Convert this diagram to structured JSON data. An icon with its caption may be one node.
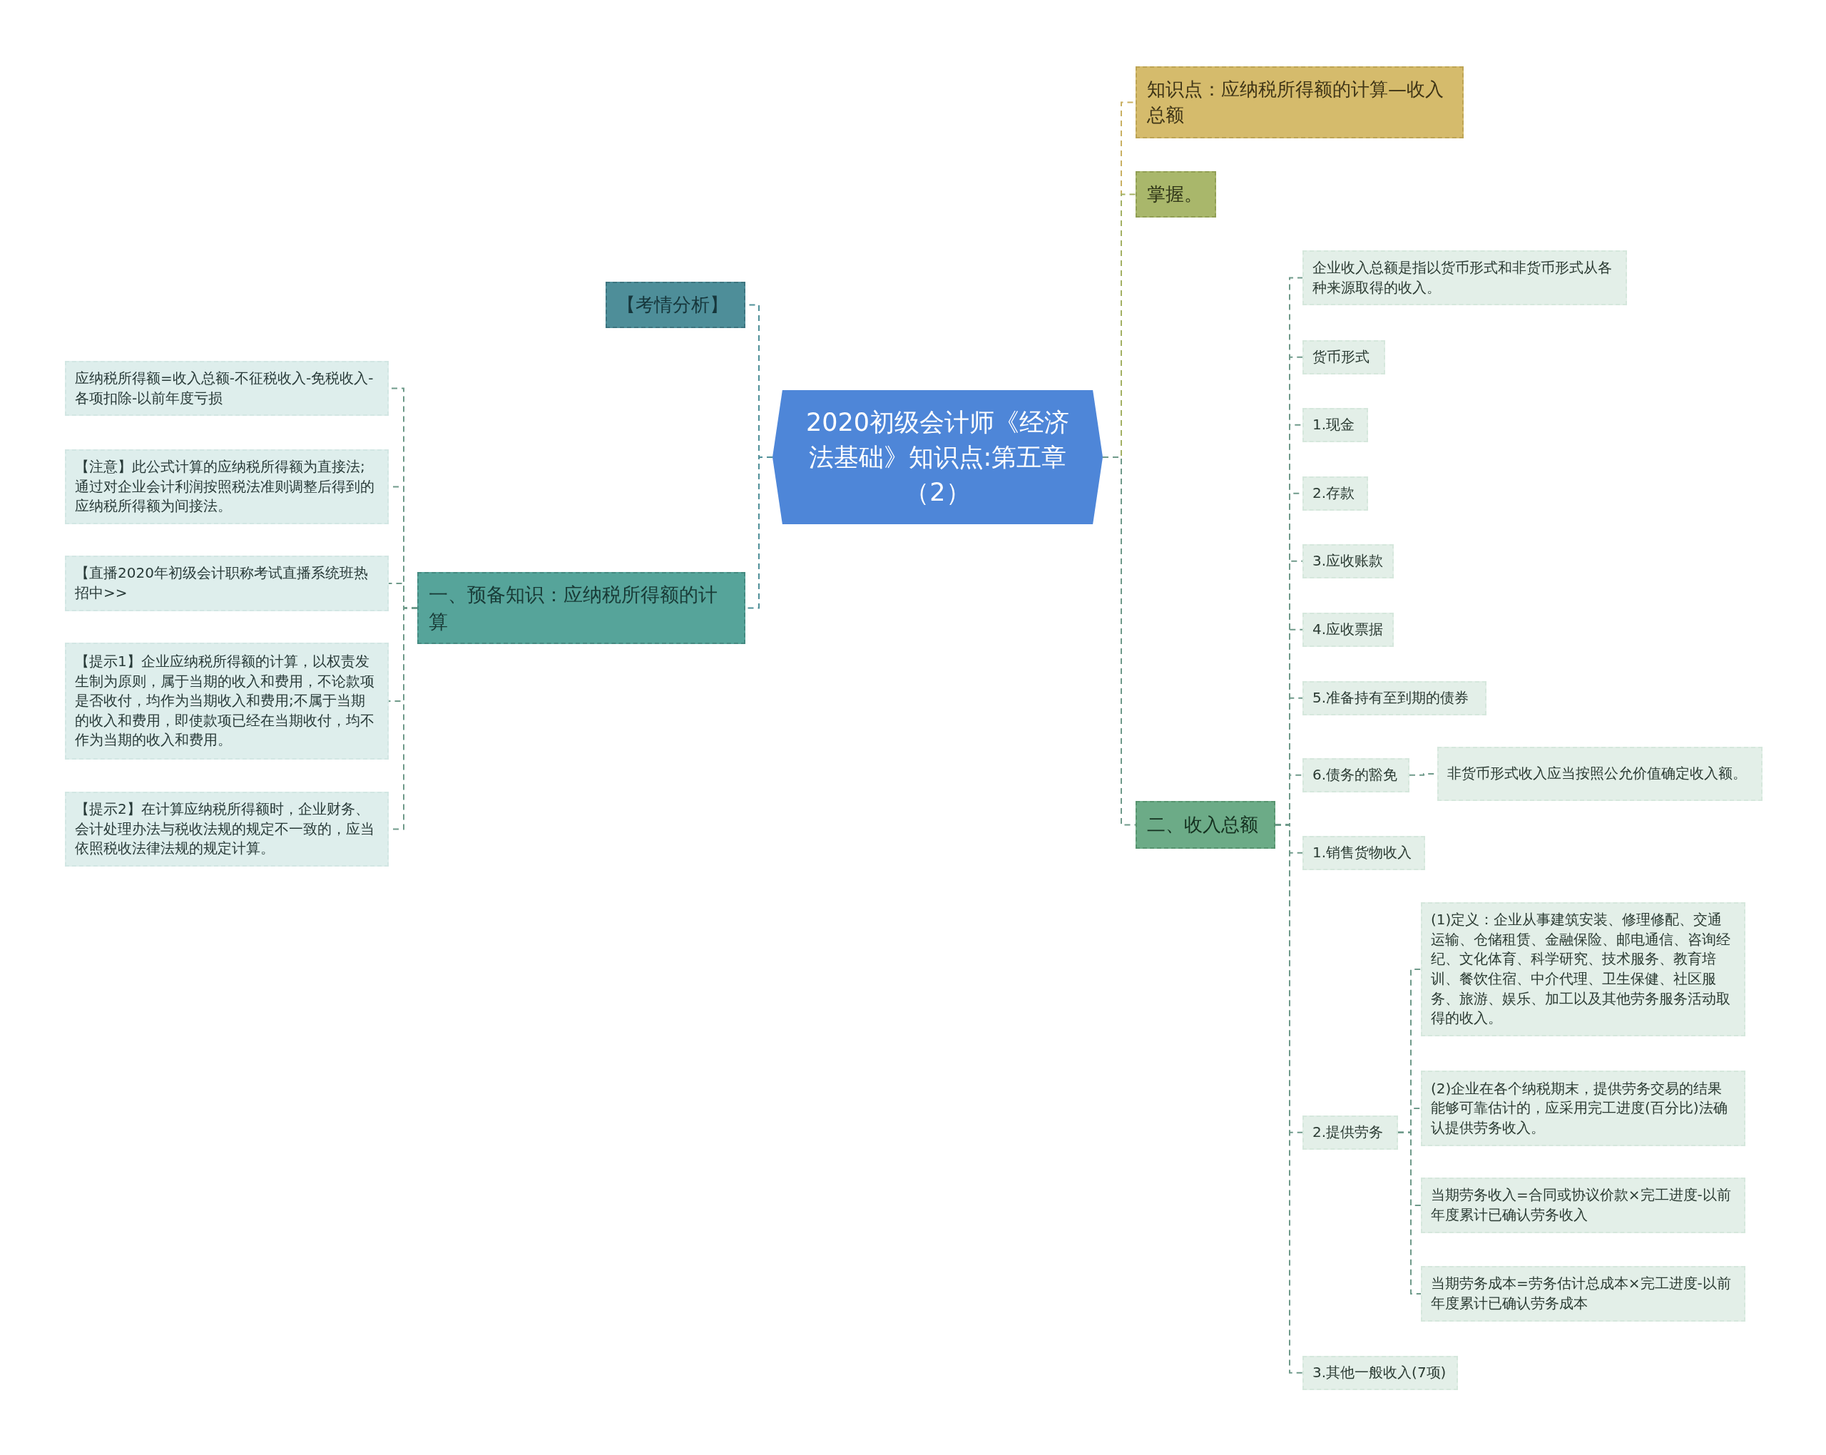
{
  "diagram": {
    "nodes": [
      {
        "text": [
          "2020初级会计师《经济法基础》知识点:第五章（2）"
        ]
      },
      {
        "text": [
          "【考情分析】"
        ]
      },
      {
        "text": [
          "一、预备知识：应纳税所得额的计算"
        ]
      },
      {
        "text": [
          "应纳税所得额=收入总额-不征税收入-免税收入-各项扣除-以前年度亏损"
        ]
      },
      {
        "text": [
          "【注意】此公式计算的应纳税所得额为直接法;通过对企业会计利润按照税法准则调整后得到的应纳税所得额为间接法。"
        ]
      },
      {
        "text": [
          "【直播2020年初级会计职称考试直播系统班热招中>>"
        ]
      },
      {
        "text": [
          "【提示1】企业应纳税所得额的计算，以权责发生制为原则，属于当期的收入和费用，不论款项是否收付，均作为当期收入和费用;不属于当期的收入和费用，即使款项已经在当期收付，均不作为当期的收入和费用。"
        ]
      },
      {
        "text": [
          "【提示2】在计算应纳税所得额时，企业财务、会计处理办法与税收法规的规定不一致的，应当依照税收法律法规的规定计算。"
        ]
      },
      {
        "text": [
          "知识点：应纳税所得额的计算—收入总额"
        ]
      },
      {
        "text": [
          "掌握。"
        ]
      },
      {
        "text": [
          "二、收入总额"
        ]
      },
      {
        "text": [
          "企业收入总额是指以货币形式和非货币形式从各种来源取得的收入。"
        ]
      },
      {
        "text": [
          "货币形式"
        ]
      },
      {
        "text": [
          "1.现金"
        ]
      },
      {
        "text": [
          "2.存款"
        ]
      },
      {
        "text": [
          "3.应收账款"
        ]
      },
      {
        "text": [
          "4.应收票据"
        ]
      },
      {
        "text": [
          "5.准备持有至到期的债券"
        ]
      },
      {
        "text": [
          "6.债务的豁免"
        ]
      },
      {
        "text": [
          "非货币形式收入应当按照公允价值确定收入额。"
        ]
      },
      {
        "text": [
          "1.销售货物收入"
        ]
      },
      {
        "text": [
          "2.提供劳务"
        ]
      },
      {
        "text": [
          "(1)定义：企业从事建筑安装、修理修配、交通运输、仓储租赁、金融保险、邮电通信、咨询经纪、文化体育、科学研究、技术服务、教育培训、餐饮住宿、中介代理、卫生保健、社区服务、旅游、娱乐、加工以及其他劳务服务活动取得的收入。"
        ]
      },
      {
        "text": [
          "(2)企业在各个纳税期末，提供劳务交易的结果能够可靠估计的，应采用完工进度(百分比)法确认提供劳务收入。"
        ]
      },
      {
        "text": [
          "当期劳务收入=合同或协议价款×完工进度-以前年度累计已确认劳务收入"
        ]
      },
      {
        "text": [
          "当期劳务成本=劳务估计总成本×完工进度-以前年度累计已确认劳务成本"
        ]
      },
      {
        "text": [
          "3.其他一般收入(7项)"
        ]
      }
    ],
    "edges": [
      {
        "from": 0,
        "to": 1,
        "arrow": "none",
        "style": "dashed",
        "color": "#4f8f98"
      },
      {
        "from": 0,
        "to": 2,
        "arrow": "none",
        "style": "dashed",
        "color": "#4f8f98"
      },
      {
        "from": 2,
        "to": 3,
        "arrow": "none",
        "style": "dashed"
      },
      {
        "from": 2,
        "to": 4,
        "arrow": "none",
        "style": "dashed"
      },
      {
        "from": 2,
        "to": 5,
        "arrow": "none",
        "style": "dashed"
      },
      {
        "from": 2,
        "to": 6,
        "arrow": "none",
        "style": "dashed"
      },
      {
        "from": 2,
        "to": 7,
        "arrow": "none",
        "style": "dashed"
      },
      {
        "from": 0,
        "to": 8,
        "arrow": "none",
        "style": "dashed",
        "color": "#c9b062"
      },
      {
        "from": 0,
        "to": 9,
        "arrow": "none",
        "style": "dashed",
        "color": "#a3b163"
      },
      {
        "from": 0,
        "to": 10,
        "arrow": "none",
        "style": "dashed"
      },
      {
        "from": 10,
        "to": 11,
        "arrow": "none",
        "style": "dashed"
      },
      {
        "from": 10,
        "to": 12,
        "arrow": "none",
        "style": "dashed"
      },
      {
        "from": 10,
        "to": 13,
        "arrow": "none",
        "style": "dashed"
      },
      {
        "from": 10,
        "to": 14,
        "arrow": "none",
        "style": "dashed"
      },
      {
        "from": 10,
        "to": 15,
        "arrow": "none",
        "style": "dashed"
      },
      {
        "from": 10,
        "to": 16,
        "arrow": "none",
        "style": "dashed"
      },
      {
        "from": 10,
        "to": 17,
        "arrow": "none",
        "style": "dashed"
      },
      {
        "from": 10,
        "to": 18,
        "arrow": "none",
        "style": "dashed"
      },
      {
        "from": 18,
        "to": 19,
        "arrow": "none",
        "style": "dashed"
      },
      {
        "from": 10,
        "to": 20,
        "arrow": "none",
        "style": "dashed"
      },
      {
        "from": 10,
        "to": 21,
        "arrow": "none",
        "style": "dashed"
      },
      {
        "from": 21,
        "to": 22,
        "arrow": "none",
        "style": "dashed"
      },
      {
        "from": 21,
        "to": 23,
        "arrow": "none",
        "style": "dashed"
      },
      {
        "from": 21,
        "to": 24,
        "arrow": "none",
        "style": "dashed"
      },
      {
        "from": 21,
        "to": 25,
        "arrow": "none",
        "style": "dashed"
      },
      {
        "from": 10,
        "to": 26,
        "arrow": "none",
        "style": "dashed"
      }
    ]
  }
}
